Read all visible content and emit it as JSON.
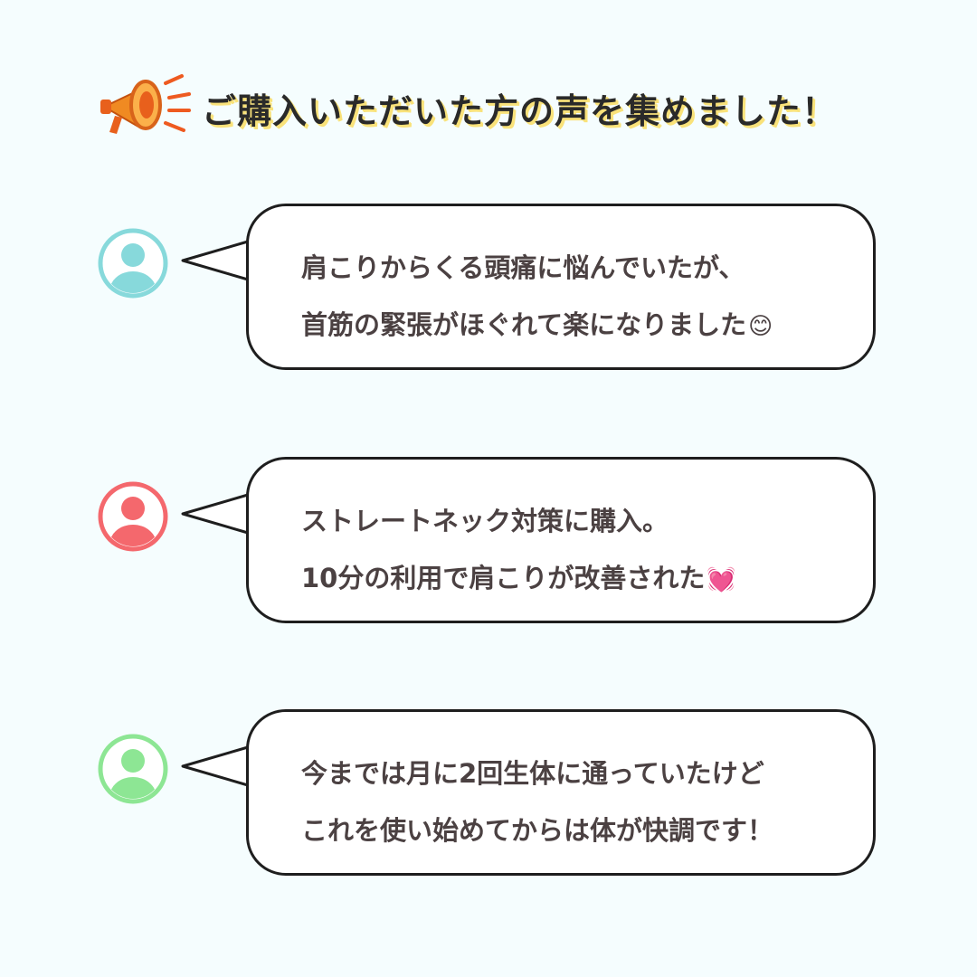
{
  "header": {
    "title": "ご購入いただいた方の声を集めました！",
    "icon": "megaphone-icon"
  },
  "colors": {
    "background": "#f5fdfe",
    "avatar_1": "#87d9db",
    "avatar_2": "#f4686d",
    "avatar_3": "#8de694",
    "title_highlight": "#f9e27a",
    "megaphone": "#f07a1a"
  },
  "testimonials": [
    {
      "line1": "肩こりからくる頭痛に悩んでいたが、",
      "line2": "首筋の緊張がほぐれて楽になりました",
      "emoji": "😊",
      "emoji_name": "smiling-face-icon"
    },
    {
      "line1": "ストレートネック対策に購入。",
      "line2": "10分の利用で肩こりが改善された",
      "emoji": "💓",
      "emoji_name": "beating-heart-icon"
    },
    {
      "line1": "今までは月に2回生体に通っていたけど",
      "line2": "これを使い始めてからは体が快調です！",
      "emoji": "",
      "emoji_name": ""
    }
  ]
}
